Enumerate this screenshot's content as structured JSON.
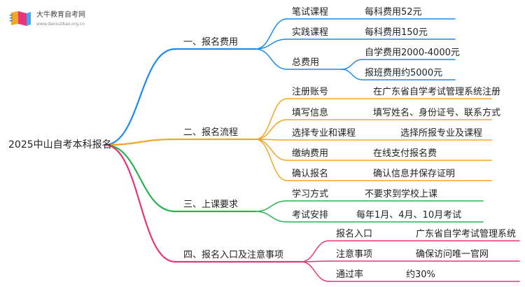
{
  "brand": {
    "name": "大牛教育自考网",
    "url": "www.daniuzikao.org.cn"
  },
  "root": "2025中山自考本科报名",
  "colors": {
    "blue": "#1a8cf0",
    "orange": "#f6a623",
    "green": "#27b34f",
    "pink": "#e8357a"
  },
  "branches": [
    {
      "label": "一、报名费用",
      "color": "blue",
      "items": [
        {
          "label": "笔试课程",
          "value": "每科费用52元"
        },
        {
          "label": "实践课程",
          "value": "每科费用150元"
        },
        {
          "label": "总费用",
          "values": [
            "自学费用2000-4000元",
            "报班费用约5000元"
          ]
        }
      ]
    },
    {
      "label": "二、报名流程",
      "color": "orange",
      "items": [
        {
          "label": "注册账号",
          "value": "在广东省自学考试管理系统注册"
        },
        {
          "label": "填写信息",
          "value": "填写姓名、身份证号、联系方式"
        },
        {
          "label": "选择专业和课程",
          "value": "选择所报专业及课程"
        },
        {
          "label": "缴纳费用",
          "value": "在线支付报名费"
        },
        {
          "label": "确认报名",
          "value": "确认信息并保存证明"
        }
      ]
    },
    {
      "label": "三、上课要求",
      "color": "green",
      "items": [
        {
          "label": "学习方式",
          "value": "不要求到学校上课"
        },
        {
          "label": "考试安排",
          "value": "每年1月、4月、10月考试"
        }
      ]
    },
    {
      "label": "四、报名入口及注意事项",
      "color": "pink",
      "items": [
        {
          "label": "报名入口",
          "value": "广东省自学考试管理系统"
        },
        {
          "label": "注意事项",
          "value": "确保访问唯一官网"
        },
        {
          "label": "通过率",
          "value": "约30%"
        }
      ]
    }
  ]
}
